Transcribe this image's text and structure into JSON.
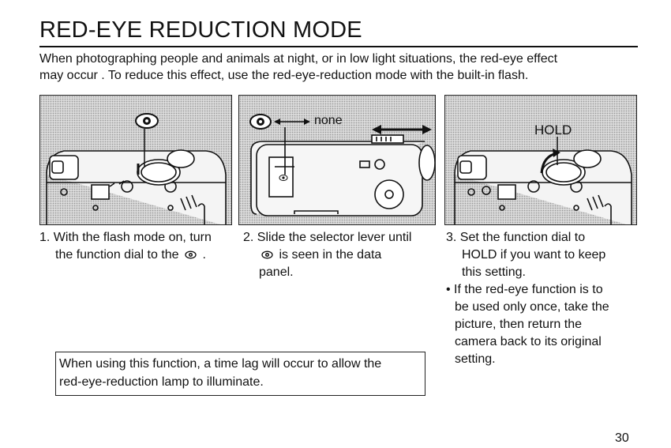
{
  "title": "RED-EYE REDUCTION MODE",
  "intro": {
    "line1": "When photographing people and animals at night, or in low light situations, the red-eye effect",
    "line2": "may occur . To reduce this effect, use the red-eye-reduction mode with the built-in flash."
  },
  "figures": {
    "fig2_label": "none",
    "fig3_label": "HOLD"
  },
  "steps": {
    "step1": {
      "line1": "1. With the flash mode on, turn",
      "line2a": "the function dial to the",
      "line2b": "."
    },
    "step2": {
      "line1": "2. Slide the selector lever until",
      "line2": "is seen in the data",
      "line3": "panel."
    },
    "step3": {
      "line1": "3. Set the function dial to",
      "line2": "HOLD if you want to keep",
      "line3": "this setting.",
      "bullet1": "• If the red-eye function is to",
      "bullet2": "be used only once, take the",
      "bullet3": "picture, then return the",
      "bullet4": "camera back to its original",
      "bullet5": "setting."
    }
  },
  "note": {
    "line1": "When using this function, a time lag will occur to allow the",
    "line2": "red-eye-reduction lamp to illuminate."
  },
  "page_number": "30",
  "icons": [
    "red-eye-icon",
    "arrow-double-icon"
  ]
}
